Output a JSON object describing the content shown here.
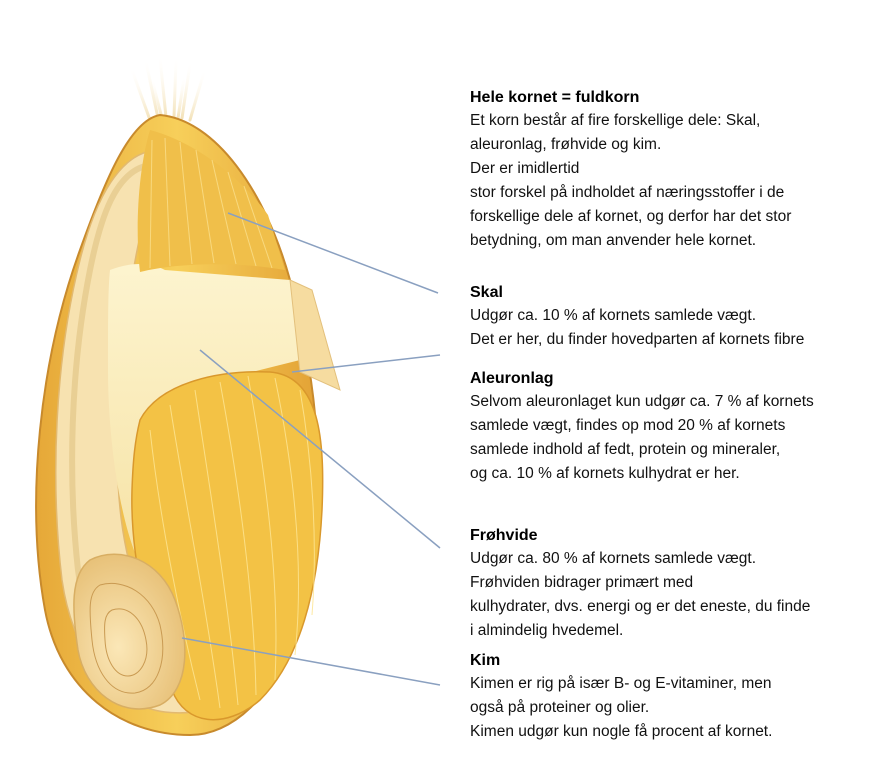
{
  "sections": [
    {
      "title": "Hele kornet = fuldkorn",
      "lines": [
        "Et korn består af fire forskellige dele: Skal,",
        "aleuronlag, frøhvide og kim.",
        "Der er imidlertid",
        "stor forskel på indholdet af næringsstoffer i de",
        "forskellige dele af kornet, og derfor har det stor",
        "betydning, om man anvender hele kornet."
      ]
    },
    {
      "title": "Skal",
      "lines": [
        "Udgør ca. 10 % af kornets samlede vægt.",
        "Det er her, du finder hovedparten af kornets fibre"
      ]
    },
    {
      "title": "Aleuronlag",
      "lines": [
        "Selvom aleuronlaget kun udgør ca. 7 % af kornets",
        "samlede vægt, findes op mod 20 % af kornets",
        "samlede indhold af fedt, protein og mineraler,",
        "og ca. 10 % af kornets kulhydrat er her."
      ]
    },
    {
      "title": "Frøhvide",
      "lines": [
        "Udgør ca. 80 % af kornets samlede vægt.",
        "Frøhviden bidrager primært med",
        "kulhydrater, dvs. energi og er det eneste, du finde",
        "i almindelig hvedemel."
      ]
    },
    {
      "title": "Kim",
      "lines": [
        "Kimen er rig på især B- og E-vitaminer, men",
        "også på proteiner og olier.",
        "Kimen udgør kun nogle få procent af kornet."
      ]
    }
  ],
  "colors": {
    "husk": "#f2c040",
    "husk_dark": "#d8962a",
    "endosperm": "#fbeeb8",
    "leader": "#8aa0c0"
  }
}
